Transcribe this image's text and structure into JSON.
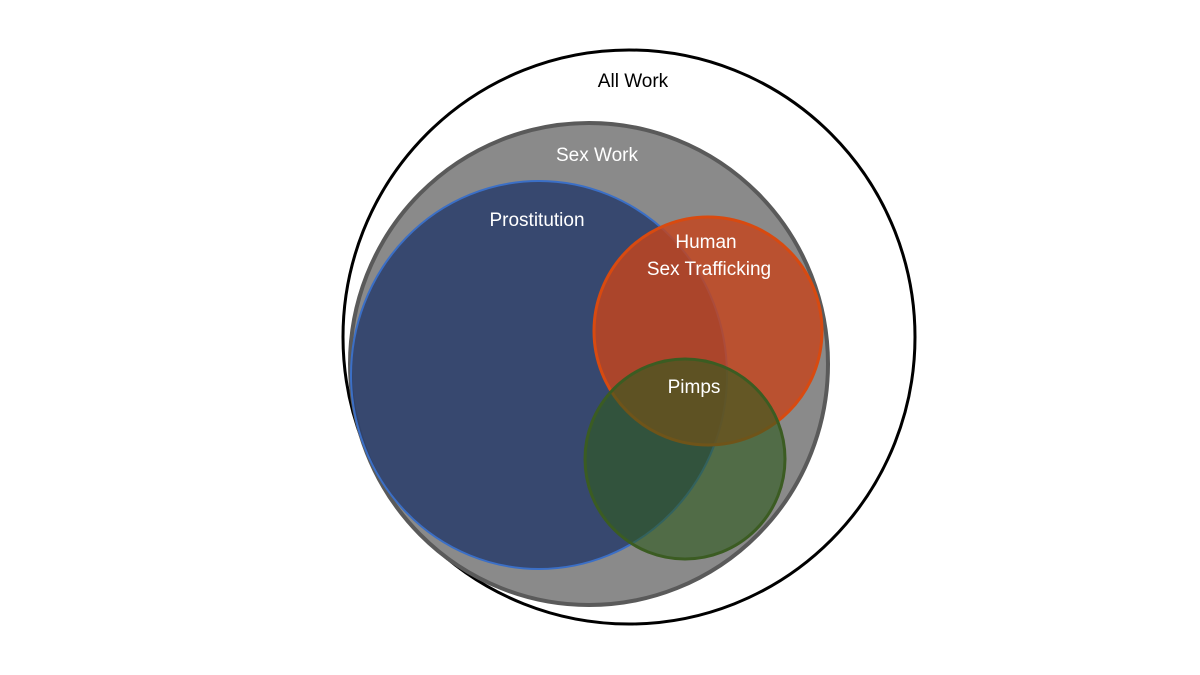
{
  "diagram": {
    "sets": [
      {
        "id": "all-work",
        "label": "All Work",
        "fill": "#ffffff",
        "stroke": "#000000"
      },
      {
        "id": "sex-work",
        "label": "Sex Work",
        "fill": "#8a8a8a",
        "stroke": "#5a5a5a"
      },
      {
        "id": "prostitution",
        "label": "Prostitution",
        "fill": "#2b3f6b",
        "stroke": "#3b6fc6"
      },
      {
        "id": "human-sex-trafficking",
        "label_line1": "Human",
        "label_line2": "Sex Trafficking",
        "fill": "#c4441c",
        "stroke": "#d84a10"
      },
      {
        "id": "pimps",
        "label": "Pimps",
        "fill": "#2f5a1e",
        "stroke": "#3b5c22"
      }
    ],
    "relationships": {
      "contained_in_all_work": [
        "Sex Work"
      ],
      "contained_in_sex_work": [
        "Prostitution",
        "Human Sex Trafficking",
        "Pimps"
      ],
      "overlapping": [
        "Prostitution",
        "Human Sex Trafficking",
        "Pimps"
      ]
    }
  }
}
